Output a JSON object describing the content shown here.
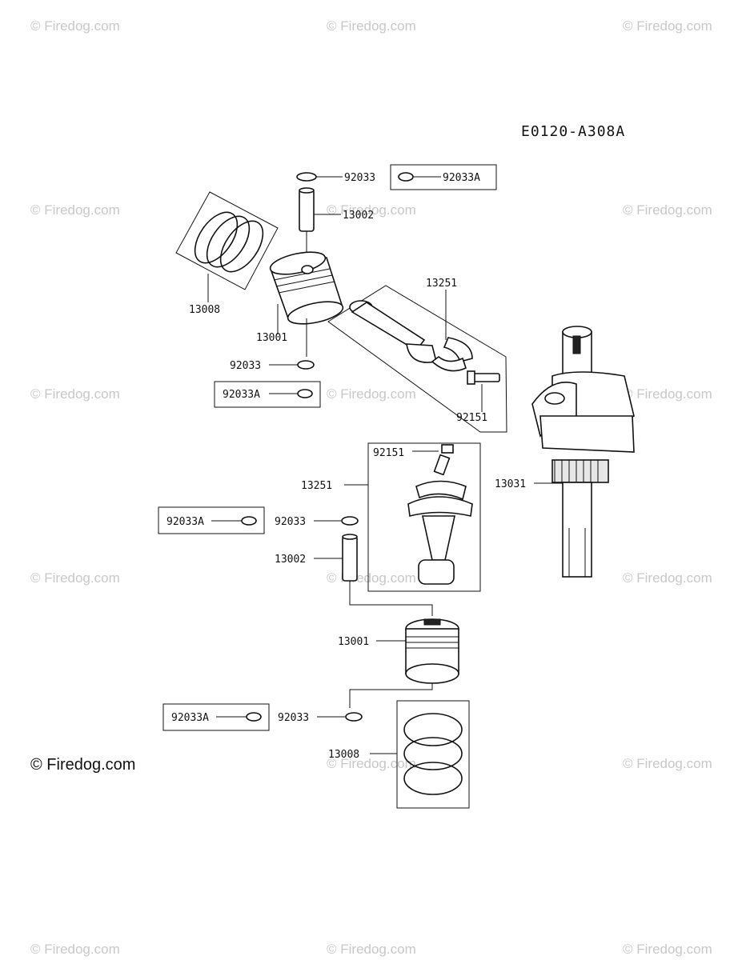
{
  "diagram_code": "E0120-A308A",
  "watermark_text": "© Firedog.com",
  "copyright_text": "© Firedog.com",
  "parts": {
    "top_clip": "92033",
    "top_clip_variant": "92033A",
    "top_pin": "13002",
    "top_rings": "13008",
    "top_piston": "13001",
    "top_lower_clip": "92033",
    "top_lower_clip_variant": "92033A",
    "top_conrod": "13251",
    "top_bolt": "92151",
    "crankshaft": "13031",
    "mid_bolt": "92151",
    "mid_conrod": "13251",
    "mid_clip_variant": "92033A",
    "mid_clip": "92033",
    "mid_pin": "13002",
    "bottom_piston": "13001",
    "bottom_clip_variant": "92033A",
    "bottom_clip": "92033",
    "bottom_rings": "13008"
  }
}
